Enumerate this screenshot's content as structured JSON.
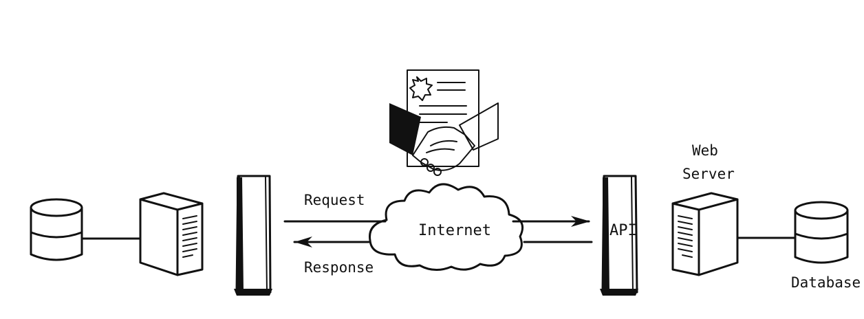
{
  "diagram": {
    "labels": {
      "request": "Request",
      "response": "Response",
      "internet": "Internet",
      "api": "API",
      "web_server_line1": "Web",
      "web_server_line2": "Server",
      "database": "Database"
    },
    "icons": {
      "left_database": "database-icon",
      "left_server": "server-icon",
      "left_gateway": "gateway-pillar-icon",
      "contract": "contract-handshake-icon",
      "cloud": "cloud-icon",
      "right_gateway": "api-pillar-icon",
      "right_server": "web-server-icon",
      "right_database": "database-icon"
    },
    "colors": {
      "ink": "#111111",
      "background": "#ffffff"
    }
  }
}
